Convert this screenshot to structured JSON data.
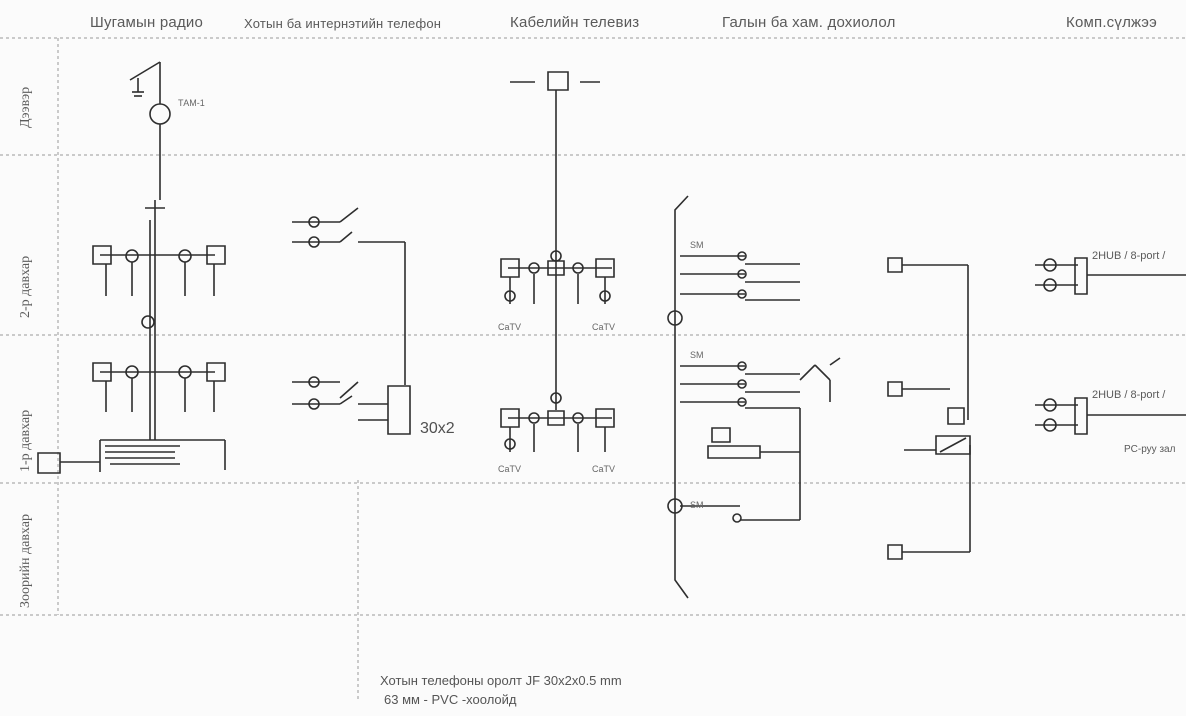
{
  "columns": {
    "radio": "Шугамын радио",
    "telephone": "Хотын ба интернэтийн телефон",
    "cable_tv": "Кабелийн телевиз",
    "fire_alarm": "Галын ба хам. дохиолол",
    "computer": "Комп.сүлжээ"
  },
  "floors": {
    "roof": "Дээвэр",
    "second": "2-р давхар",
    "first": "1-р давхар",
    "basement": "Зоорийн давхар"
  },
  "labels": {
    "antenna": "ТАМ-1",
    "catv": "CaTV",
    "trunk": "30x2",
    "hub_top": "2HUB / 8-port /",
    "hub_bottom": "2HUB / 8-port /",
    "pc_label": "PC-руу зал",
    "sm_label": "SM"
  },
  "footer": {
    "line1": "Хотын телефоны оролт JF 30x2x0.5 mm",
    "line2": "63 мм - PVC -хоолойд"
  }
}
